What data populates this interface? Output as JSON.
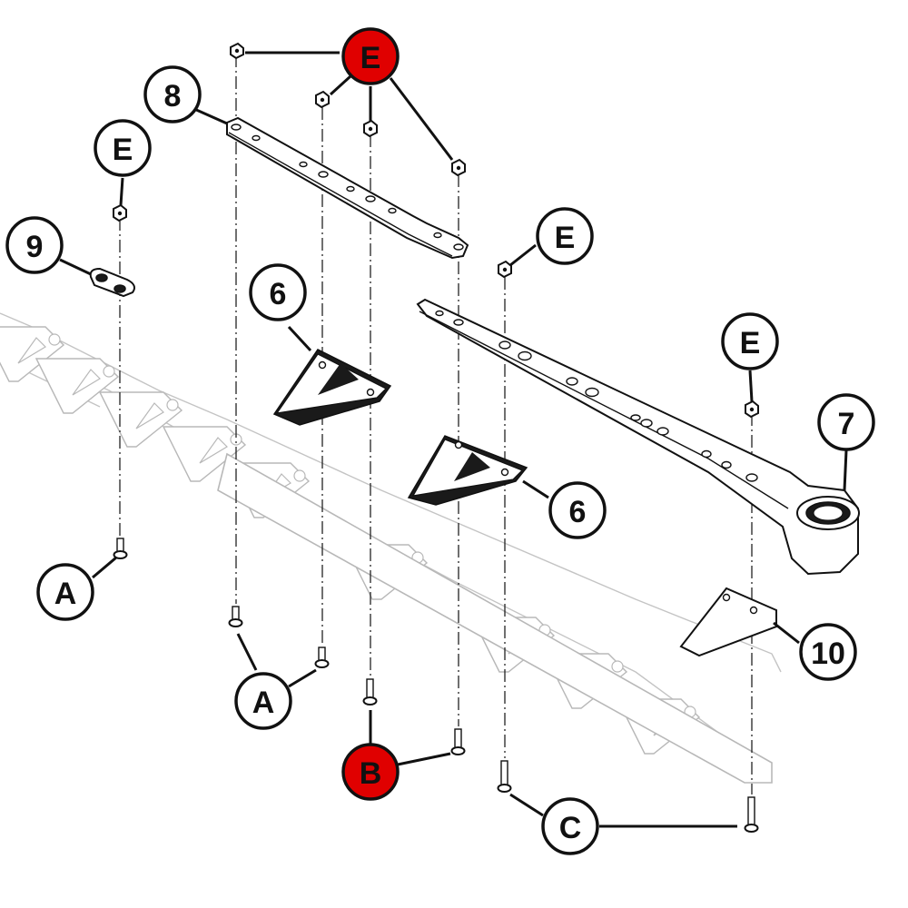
{
  "diagram": {
    "callouts": [
      {
        "id": "c8",
        "label": "8",
        "highlight": false
      },
      {
        "id": "cE1",
        "label": "E",
        "highlight": true
      },
      {
        "id": "cE2",
        "label": "E",
        "highlight": false
      },
      {
        "id": "c9",
        "label": "9",
        "highlight": false
      },
      {
        "id": "c6a",
        "label": "6",
        "highlight": false
      },
      {
        "id": "cE3",
        "label": "E",
        "highlight": false
      },
      {
        "id": "cE4",
        "label": "E",
        "highlight": false
      },
      {
        "id": "c7",
        "label": "7",
        "highlight": false
      },
      {
        "id": "c6b",
        "label": "6",
        "highlight": false
      },
      {
        "id": "c10",
        "label": "10",
        "highlight": false
      },
      {
        "id": "cA1",
        "label": "A",
        "highlight": false
      },
      {
        "id": "cA2",
        "label": "A",
        "highlight": false
      },
      {
        "id": "cB",
        "label": "B",
        "highlight": true
      },
      {
        "id": "cC",
        "label": "C",
        "highlight": false
      }
    ],
    "colors": {
      "highlight": "#e00000",
      "ink": "#111111",
      "ghost": "#b8b8b8"
    }
  }
}
